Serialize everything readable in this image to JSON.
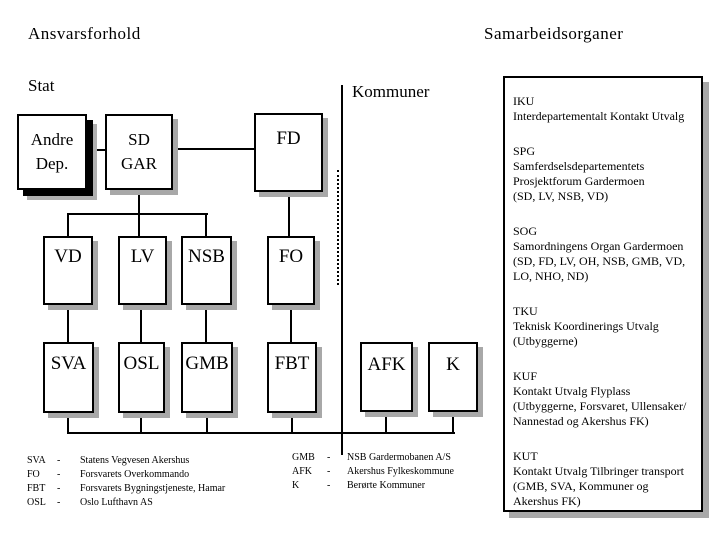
{
  "titles": {
    "left": "Ansvarsforhold",
    "right": "Samarbeidsorganer"
  },
  "sections": {
    "stat": "Stat",
    "kommuner": "Kommuner"
  },
  "org_boxes": {
    "andre_dep": "Andre\nDep.",
    "sd_gar": "SD\nGAR",
    "fd": "FD",
    "vd": "VD",
    "lv": "LV",
    "nsb": "NSB",
    "fo": "FO",
    "sva": "SVA",
    "osl": "OSL",
    "gmb": "GMB",
    "fbt": "FBT",
    "afk": "AFK",
    "k": "K"
  },
  "samarbeidsorganer_panel": {
    "entries": [
      {
        "abbr": "IKU",
        "desc": "Interdepartementalt Kontakt Utvalg"
      },
      {
        "abbr": "SPG",
        "desc": "Samferdselsdepartementets\nProsjektforum Gardermoen\n(SD, LV, NSB, VD)"
      },
      {
        "abbr": "SOG",
        "desc": "Samordningens Organ Gardermoen\n(SD, FD, LV, OH, NSB, GMB, VD,\nLO, NHO, ND)"
      },
      {
        "abbr": "TKU",
        "desc": "Teknisk Koordinerings Utvalg\n(Utbyggerne)"
      },
      {
        "abbr": "KUF",
        "desc": "Kontakt Utvalg Flyplass\n(Utbyggerne, Forsvaret, Ullensaker/\nNannestad og Akershus FK)"
      },
      {
        "abbr": "KUT",
        "desc": "Kontakt Utvalg Tilbringer transport\n(GMB, SVA, Kommuner og\nAkershus FK)"
      }
    ]
  },
  "legend_left": {
    "rows": [
      {
        "abbr": "SVA",
        "dash": "-",
        "desc": "Statens Vegvesen Akershus"
      },
      {
        "abbr": "FO",
        "dash": "-",
        "desc": "Forsvarets Overkommando"
      },
      {
        "abbr": "FBT",
        "dash": "-",
        "desc": "Forsvarets Bygningstjeneste, Hamar"
      },
      {
        "abbr": "OSL",
        "dash": "-",
        "desc": "Oslo Lufthavn AS"
      }
    ]
  },
  "legend_mid": {
    "rows": [
      {
        "abbr": "GMB",
        "dash": "-",
        "desc": "NSB Gardermobanen A/S"
      },
      {
        "abbr": "AFK",
        "dash": "-",
        "desc": "Akershus Fylkeskommune"
      },
      {
        "abbr": "K",
        "dash": "-",
        "desc": "Berørte Kommuner"
      }
    ]
  },
  "colors": {
    "background": "#ffffff",
    "text": "#000000",
    "box_border": "#000000",
    "box_fill": "#ffffff",
    "shadow_gray": "#a8a8a8",
    "shadow_black": "#000000",
    "connector": "#000000"
  }
}
